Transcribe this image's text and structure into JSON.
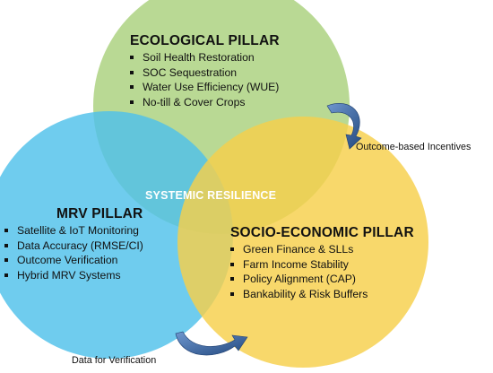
{
  "colors": {
    "ecological": "#a9d17c",
    "mrv": "#4fc1ea",
    "socio_economic": "#f6cf4a",
    "arrow": "#2e5b9c"
  },
  "ecological": {
    "title": "ECOLOGICAL PILLAR",
    "items": [
      "Soil Health Restoration",
      "SOC Sequestration",
      "Water Use Efficiency (WUE)",
      "No-till & Cover Crops"
    ]
  },
  "mrv": {
    "title": "MRV PILLAR",
    "items": [
      "Satellite & IoT Monitoring",
      "Data Accuracy (RMSE/CI)",
      "Outcome Verification",
      "Hybrid MRV Systems"
    ]
  },
  "socio_economic": {
    "title": "SOCIO-ECONOMIC PILLAR",
    "items": [
      "Green Finance & SLLs",
      "Farm Income Stability",
      "Policy Alignment (CAP)",
      "Bankability & Risk Buffers"
    ]
  },
  "center_label": "SYSTEMIC RESILIENCE",
  "arrows": {
    "outcome_label": "Outcome-based Incentives",
    "data_label": "Data for Verification"
  }
}
